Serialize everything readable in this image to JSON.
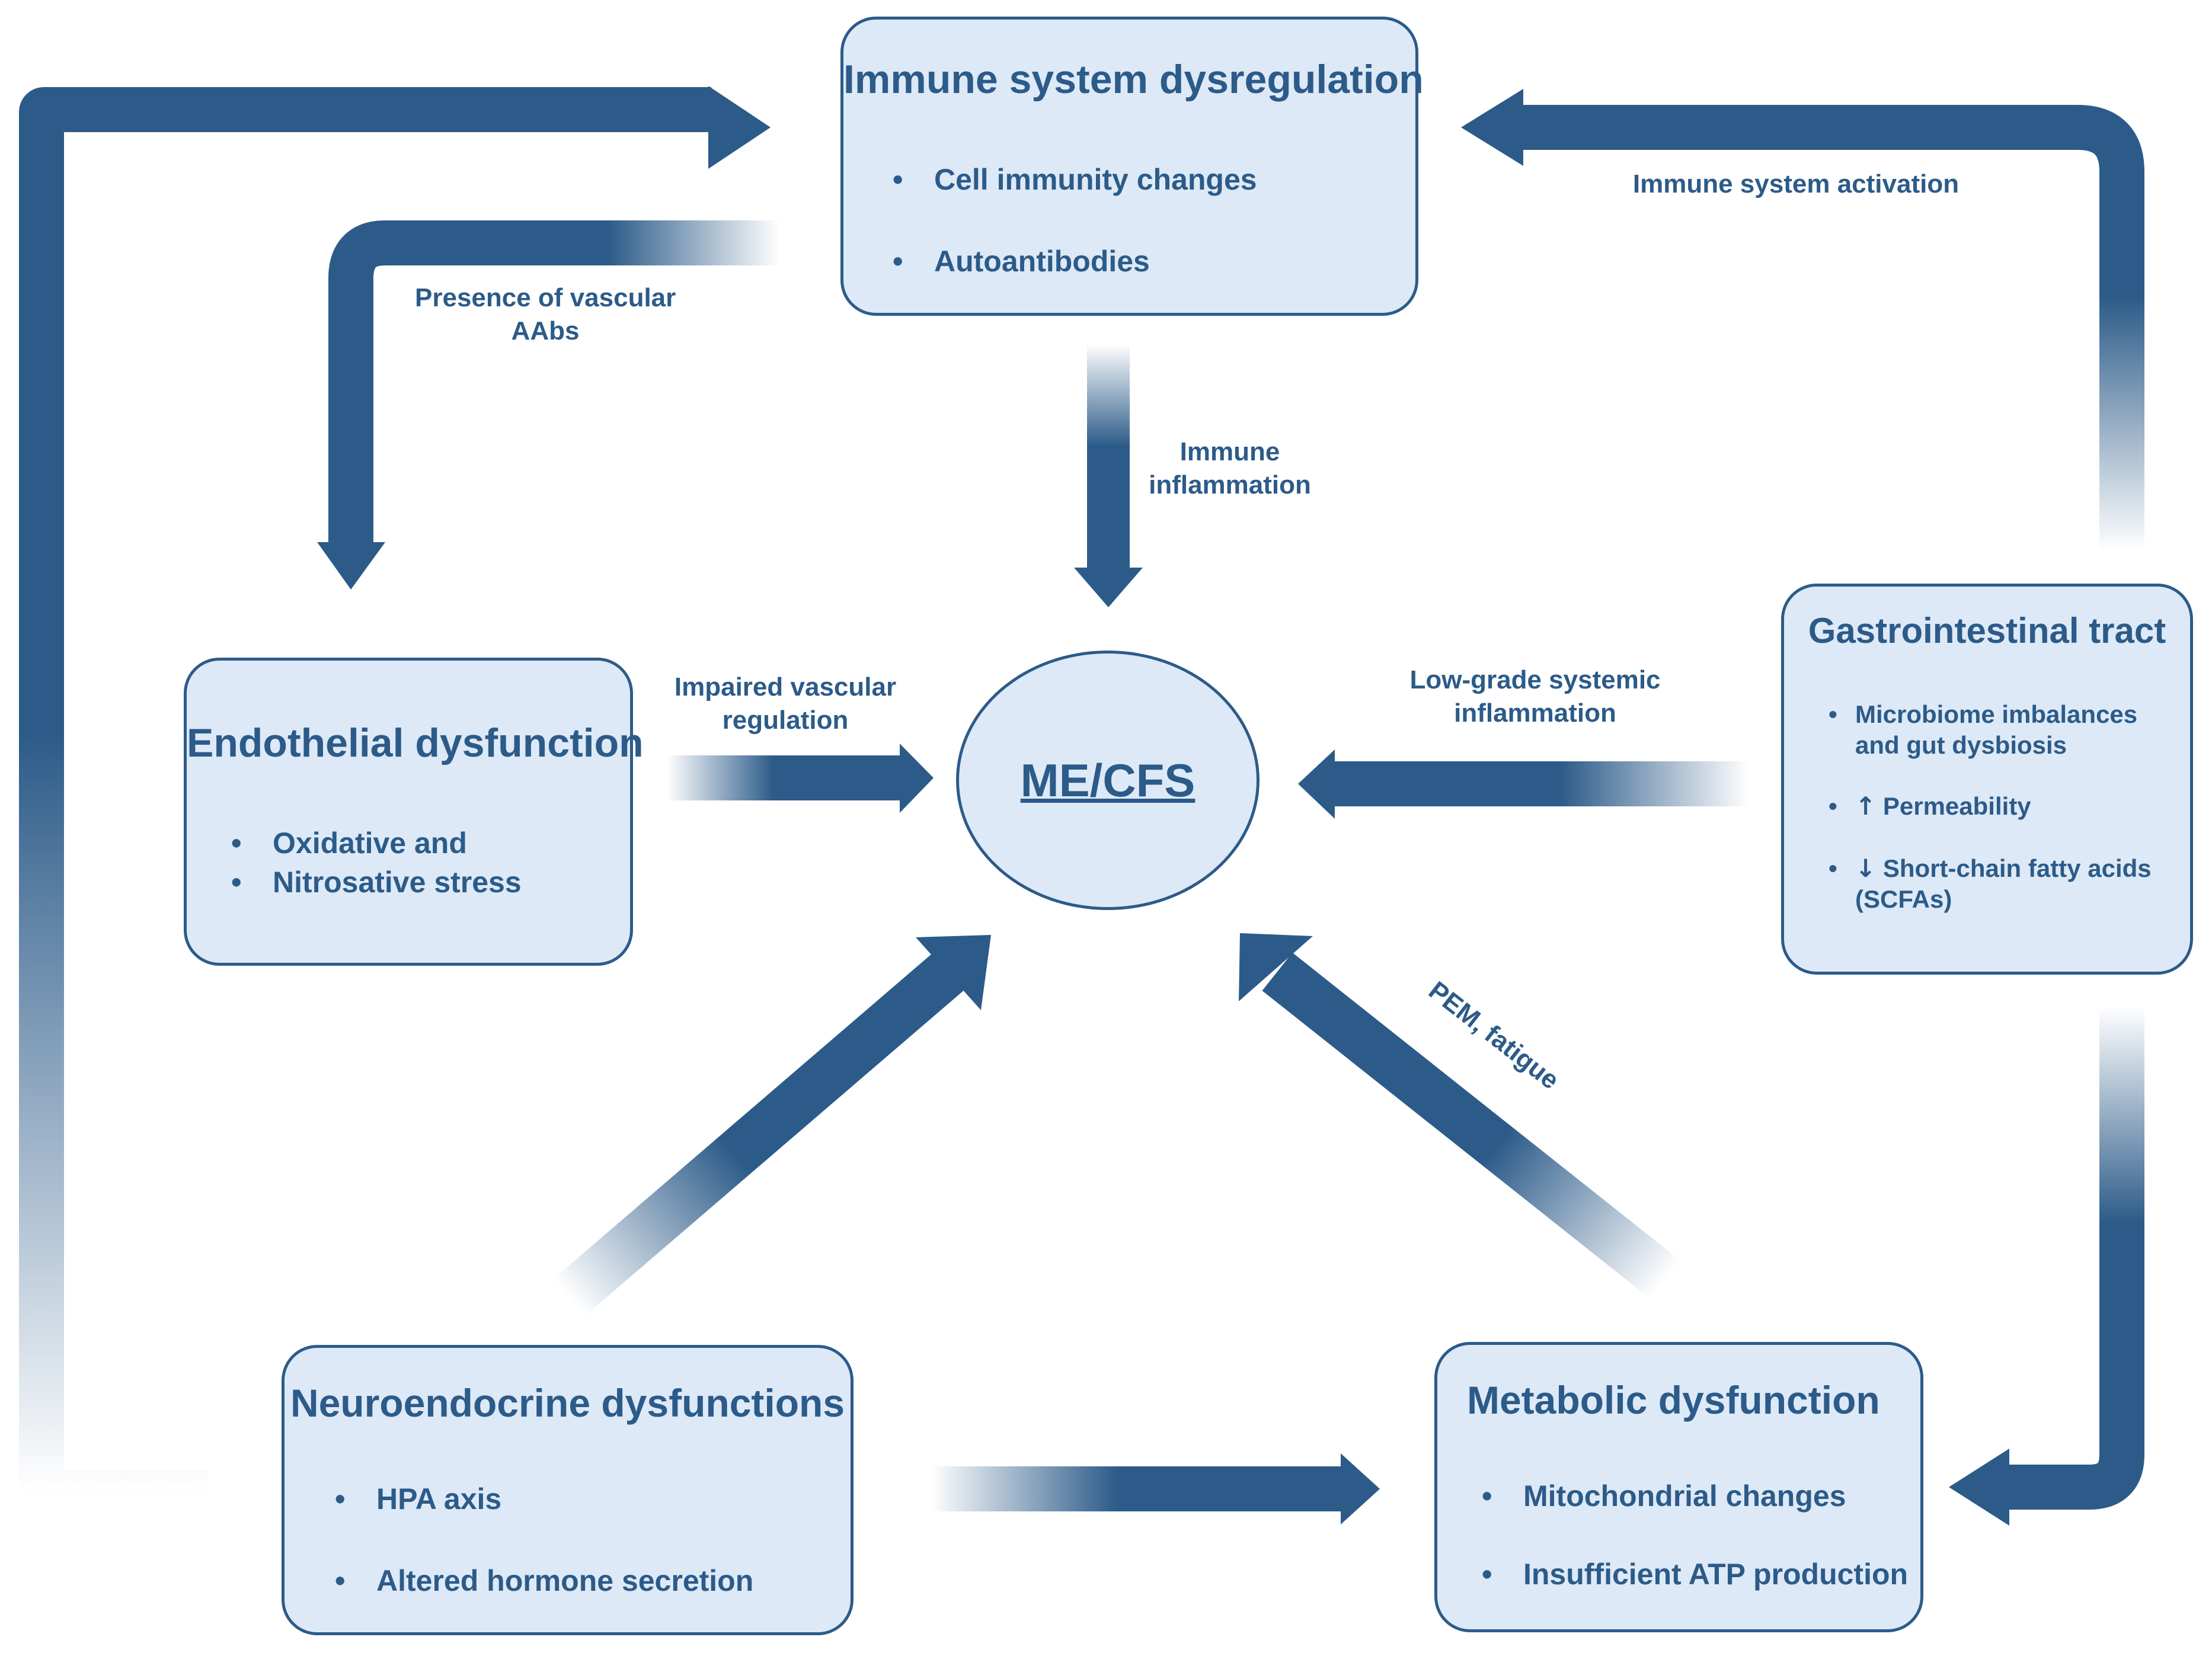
{
  "colors": {
    "primary": "#2c5b89",
    "box_fill": "#dde9f6",
    "background": "#ffffff"
  },
  "center": {
    "label": "ME/CFS"
  },
  "boxes": {
    "immune": {
      "title": "Immune system dysregulation",
      "items": [
        "Cell immunity changes",
        "Autoantibodies"
      ]
    },
    "endothelial": {
      "title": "Endothelial dysfunction",
      "items": [
        "Oxidative and",
        "Nitrosative stress"
      ]
    },
    "gastro": {
      "title": "Gastrointestinal tract",
      "items": [
        "Microbiome imbalances",
        "and gut dysbiosis",
        "Permeability",
        "Short-chain fatty acids",
        "(SCFAs)"
      ],
      "up_symbol": "↑",
      "down_symbol": "↓"
    },
    "neuro": {
      "title": "Neuroendocrine dysfunctions",
      "items": [
        "HPA axis",
        "Altered hormone secretion"
      ]
    },
    "metabolic": {
      "title": "Metabolic dysfunction",
      "items": [
        "Mitochondrial changes",
        "Insufficient ATP production"
      ]
    }
  },
  "arrow_labels": {
    "vascular_aabs": [
      "Presence of vascular",
      "AAbs"
    ],
    "immune_inflammation": [
      "Immune",
      "inflammation"
    ],
    "immune_activation": "Immune system activation",
    "impaired_vascular": [
      "Impaired vascular",
      "regulation"
    ],
    "low_grade": [
      "Low-grade systemic",
      "inflammation"
    ],
    "pem_fatigue": "PEM, fatigue"
  }
}
